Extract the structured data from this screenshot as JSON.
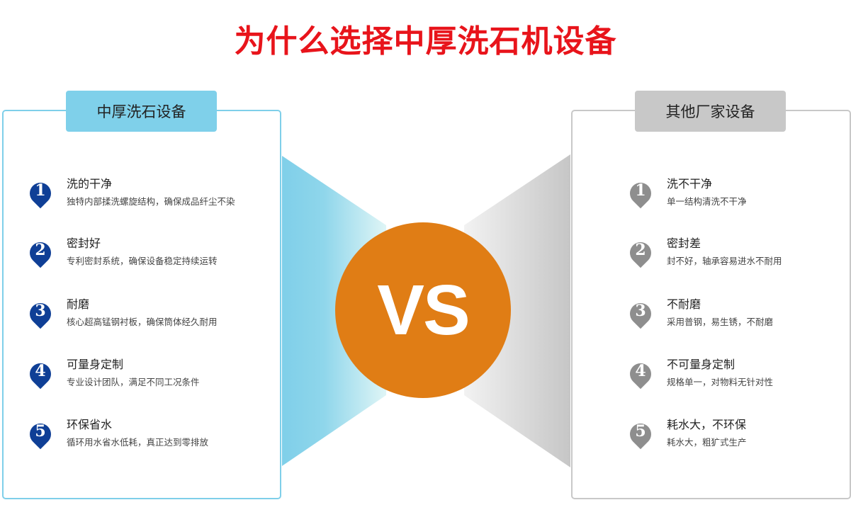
{
  "title": "为什么选择中厚洗石机设备",
  "vs_label": "VS",
  "colors": {
    "title": "#e8141b",
    "left_accent": "#7fd0ea",
    "left_drop": "#0f3f96",
    "right_accent": "#c8c8c8",
    "right_drop": "#8e8e8e",
    "vs_circle": "#e07d15"
  },
  "left": {
    "tab": "中厚洗石设备",
    "items": [
      {
        "num": "1",
        "title": "洗的干净",
        "desc": "独特内部揉洗螺旋结构，确保成品纤尘不染"
      },
      {
        "num": "2",
        "title": "密封好",
        "desc": "专利密封系统，确保设备稳定持续运转"
      },
      {
        "num": "3",
        "title": "耐磨",
        "desc": "核心超高锰钢衬板，确保筒体经久耐用"
      },
      {
        "num": "4",
        "title": "可量身定制",
        "desc": "专业设计团队，满足不同工况条件"
      },
      {
        "num": "5",
        "title": "环保省水",
        "desc": "循环用水省水低耗，真正达到零排放"
      }
    ]
  },
  "right": {
    "tab": "其他厂家设备",
    "items": [
      {
        "num": "1",
        "title": "洗不干净",
        "desc": "单一结构清洗不干净"
      },
      {
        "num": "2",
        "title": "密封差",
        "desc": "封不好，轴承容易进水不耐用"
      },
      {
        "num": "3",
        "title": "不耐磨",
        "desc": "采用普钢，易生锈，不耐磨"
      },
      {
        "num": "4",
        "title": "不可量身定制",
        "desc": "规格单一，对物料无针对性"
      },
      {
        "num": "5",
        "title": "耗水大，不环保",
        "desc": "耗水大，粗犷式生产"
      }
    ]
  }
}
